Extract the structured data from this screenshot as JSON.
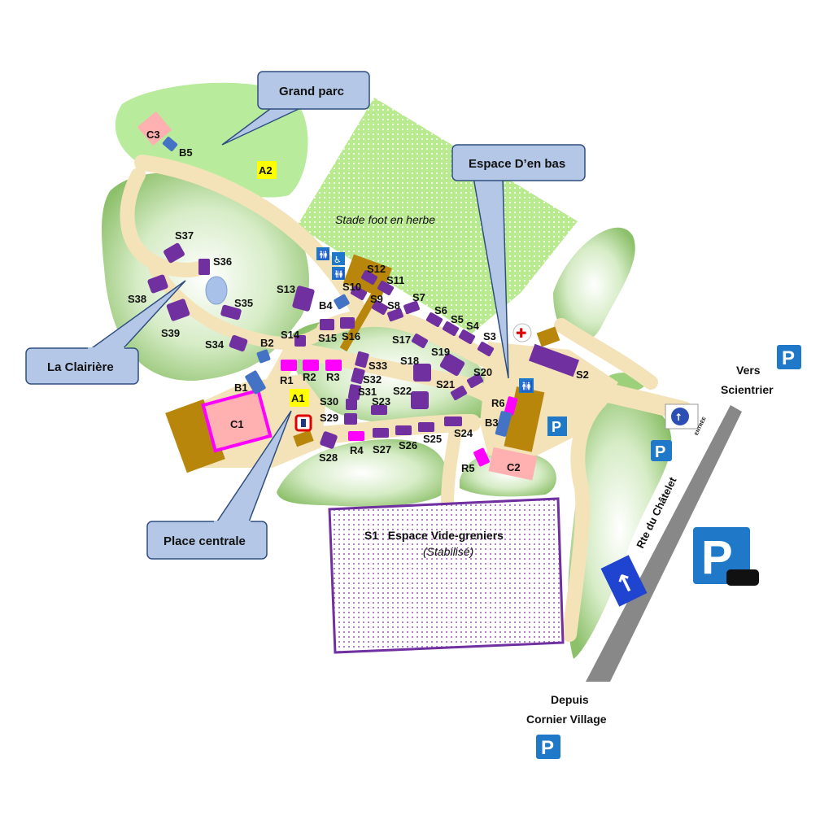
{
  "callouts": {
    "grand_parc": "Grand parc",
    "espace_den_bas": "Espace D’en bas",
    "la_clairiere": "La Clairière",
    "place_centrale": "Place centrale"
  },
  "zones": {
    "stade": "Stade foot en herbe",
    "s1_code": "S1",
    "s1_sep": " : ",
    "s1_name": "Espace Vide-greniers",
    "s1_note": "(Stabilisé)"
  },
  "buildings": {
    "c1": "C1",
    "c2": "C2",
    "c3": "C3",
    "a1": "A1",
    "a2": "A2"
  },
  "markers": {
    "B1": "B1",
    "B2": "B2",
    "B3": "B3",
    "B4": "B4",
    "B5": "B5",
    "R1": "R1",
    "R2": "R2",
    "R3": "R3",
    "R4": "R4",
    "R5": "R5",
    "R6": "R6"
  },
  "stands": {
    "S2": "S2",
    "S3": "S3",
    "S4": "S4",
    "S5": "S5",
    "S6": "S6",
    "S7": "S7",
    "S8": "S8",
    "S9": "S9",
    "S10": "S10",
    "S11": "S11",
    "S12": "S12",
    "S13": "S13",
    "S14": "S14",
    "S15": "S15",
    "S16": "S16",
    "S17": "S17",
    "S18": "S18",
    "S19": "S19",
    "S20": "S20",
    "S21": "S21",
    "S22": "S22",
    "S23": "S23",
    "S24": "S24",
    "S25": "S25",
    "S26": "S26",
    "S27": "S27",
    "S28": "S28",
    "S29": "S29",
    "S30": "S30",
    "S31": "S31",
    "S32": "S32",
    "S33": "S33",
    "S34": "S34",
    "S35": "S35",
    "S36": "S36",
    "S37": "S37",
    "S38": "S38",
    "S39": "S39"
  },
  "directions": {
    "vers_line1": "Vers",
    "vers_line2": "Scientrier",
    "depuis_line1": "Depuis",
    "depuis_line2": "Cornier Village",
    "road": "Rte du Châtelet",
    "entree": "ENTRÉE"
  },
  "parking_letter": "P",
  "first_aid_symbol": "✚",
  "colors": {
    "path": "#f4e3b8",
    "grass_light": "#b8ec9c",
    "stand": "#7030a0",
    "refreshment": "#ff00ff",
    "bin": "#4472c4",
    "building": "#b8860b",
    "callout": "#b4c7e7",
    "parking": "#1f78c8",
    "zone_border": "#7030a0",
    "road": "#888888"
  }
}
